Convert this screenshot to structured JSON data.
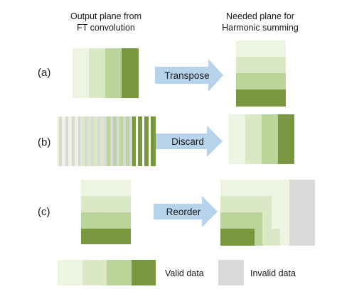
{
  "headers": {
    "left": {
      "line1": "Output plane from",
      "line2": "FT convolution"
    },
    "right": {
      "line1": "Needed plane for",
      "line2": "Harmonic summing"
    }
  },
  "rows": [
    {
      "label": "(a)",
      "action": "Transpose"
    },
    {
      "label": "(b)",
      "action": "Discard"
    },
    {
      "label": "(c)",
      "action": "Reorder"
    }
  ],
  "legend": {
    "valid_label": "Valid data",
    "invalid_label": "Invalid data"
  },
  "colors": {
    "green_1": "#eef4e2",
    "green_2": "#dbe8c6",
    "green_3": "#bcd59a",
    "green_4": "#79973f",
    "arrow_fill": "#b7d3ec",
    "invalid_gray": "#d9d9d9"
  }
}
